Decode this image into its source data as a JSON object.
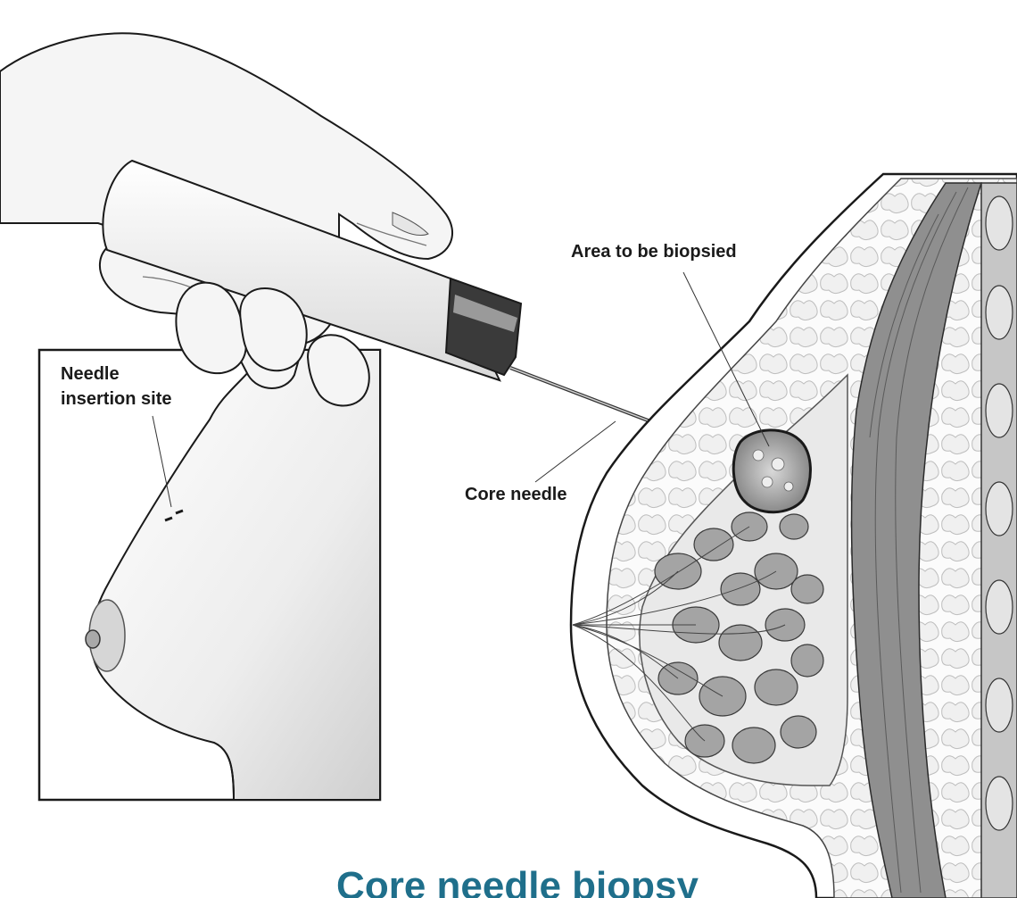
{
  "labels": {
    "area_to_be_biopsied": "Area to be biopsied",
    "needle_insertion_site_line1": "Needle",
    "needle_insertion_site_line2": "insertion site",
    "core_needle": "Core needle"
  },
  "caption": "Core needle biopsy",
  "colors": {
    "line": "#2b2b2b",
    "skin": "#eeeeee",
    "tissue_light": "#f4f4f4",
    "gland": "#9a9a9a",
    "muscle": "#8c8c8c",
    "caption": "#1f6f8b"
  }
}
